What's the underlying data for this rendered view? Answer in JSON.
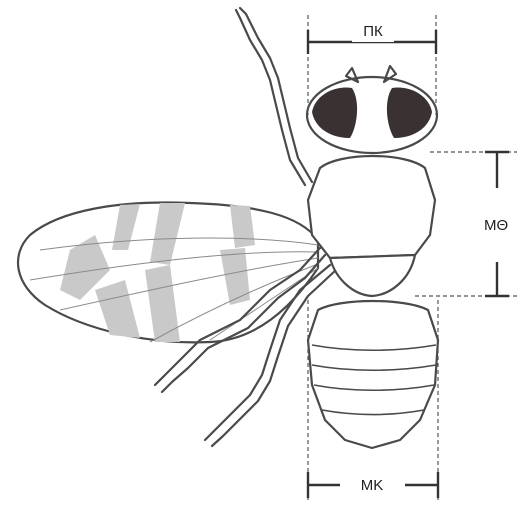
{
  "labels": {
    "head_width": "ПК",
    "thorax_length": "MΘ",
    "abdomen_width": "MK"
  },
  "colors": {
    "outline": "#4a4a4a",
    "eye": "#3a3232",
    "wing_bands": "#c9c9c9"
  }
}
